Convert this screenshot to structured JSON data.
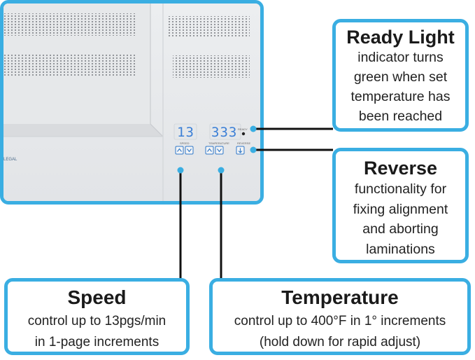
{
  "panel": {
    "speed_display": "13",
    "temperature_display": "333",
    "speed_label": "SPEED",
    "temperature_label": "TEMPERATURE",
    "reverse_label": "REVERSE",
    "ready_label": "READY",
    "brand_fragment": "LEGAL"
  },
  "callouts": {
    "ready": {
      "title": "Ready Light",
      "lines": [
        "indicator turns",
        "green when set",
        "temperature has",
        "been reached"
      ]
    },
    "reverse": {
      "title": "Reverse",
      "lines": [
        "functionality for",
        "fixing alignment",
        "and aborting",
        "laminations"
      ]
    },
    "speed": {
      "title": "Speed",
      "lines": [
        "control up to 13pgs/min",
        "in 1-page increments"
      ]
    },
    "temperature": {
      "title": "Temperature",
      "lines": [
        "control up to 400°F in 1° increments",
        "(hold down for rapid adjust)"
      ]
    }
  },
  "colors": {
    "accent": "#3aaee2",
    "connector": "#111111",
    "display": "#3b7fd6",
    "machine": "#e9eaec"
  }
}
